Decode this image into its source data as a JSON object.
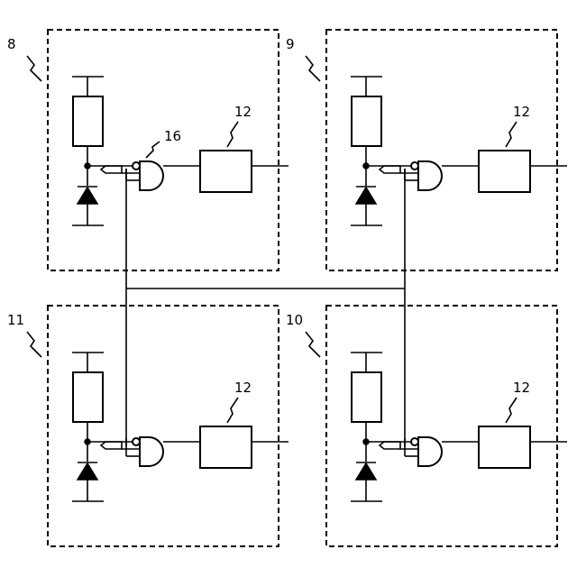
{
  "blocks": [
    {
      "id": "8",
      "label": "8",
      "resistor_label": "12",
      "gate_label": "16"
    },
    {
      "id": "9",
      "label": "9",
      "resistor_label": "12",
      "gate_label": ""
    },
    {
      "id": "11",
      "label": "11",
      "resistor_label": "12",
      "gate_label": ""
    },
    {
      "id": "10",
      "label": "10",
      "resistor_label": "12",
      "gate_label": ""
    }
  ],
  "colors": {
    "line": "#000000",
    "background": "#ffffff"
  },
  "icons": {
    "diode": "diode-icon",
    "resistor": "resistor-icon",
    "gate": "and-gate-icon",
    "module": "module-box-icon"
  }
}
